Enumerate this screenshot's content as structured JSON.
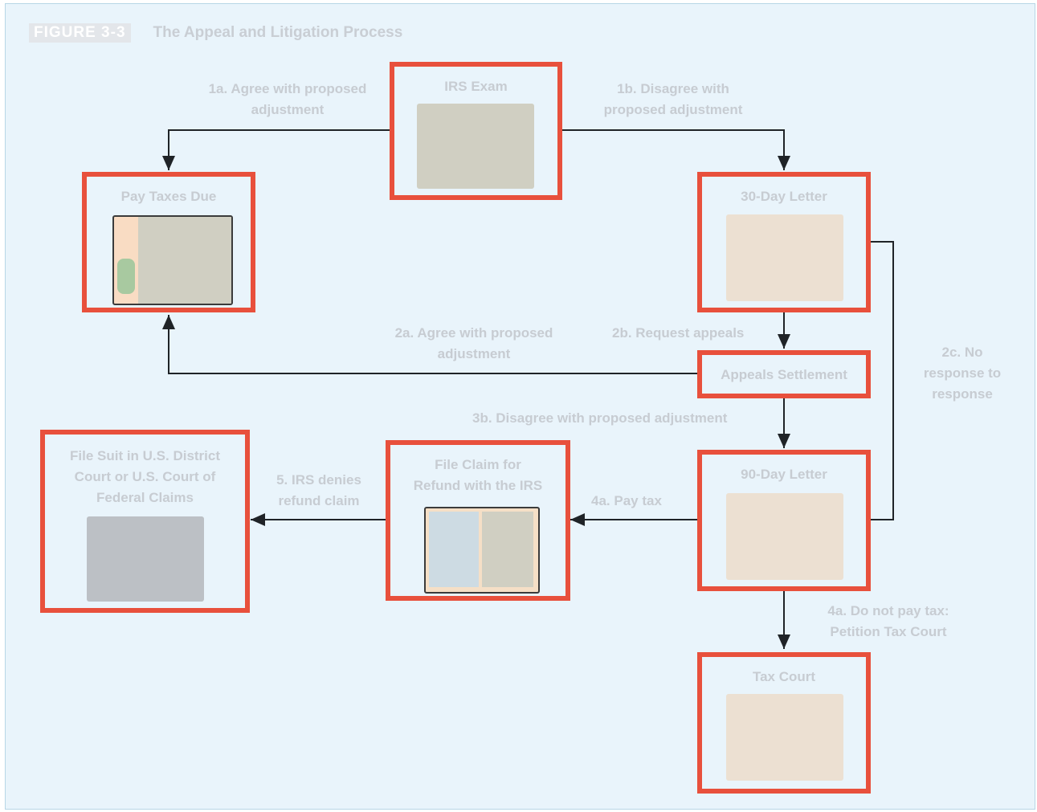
{
  "figure": {
    "label": "FIGURE 3-3",
    "title": "The Appeal and Litigation Process"
  },
  "nodes": {
    "irs_exam": "IRS Exam",
    "pay_taxes_due": "Pay Taxes Due",
    "day30_letter": "30-Day Letter",
    "appeals_settlement": "Appeals Settlement",
    "day90_letter": "90-Day Letter",
    "file_claim_refund": "File Claim for\nRefund with the IRS",
    "file_suit": "File Suit in U.S. District\nCourt or U.S. Court of\nFederal Claims",
    "tax_court": "Tax Court"
  },
  "edges": {
    "e1a": "1a. Agree with proposed\nadjustment",
    "e1b": "1b. Disagree with\nproposed adjustment",
    "e2a": "2a. Agree with proposed\nadjustment",
    "e2b": "2b. Request appeals",
    "e2c": "2c. No\nresponse to\nresponse",
    "e3b": "3b. Disagree with proposed adjustment",
    "e4a": "4a. Pay tax",
    "e4b": "4a. Do not pay tax:\nPetition Tax Court",
    "e5": "5. IRS denies\nrefund claim"
  },
  "colors": {
    "node_border": "#e8503c",
    "arrow": "#1f2327",
    "background": "#e9f4fb"
  }
}
